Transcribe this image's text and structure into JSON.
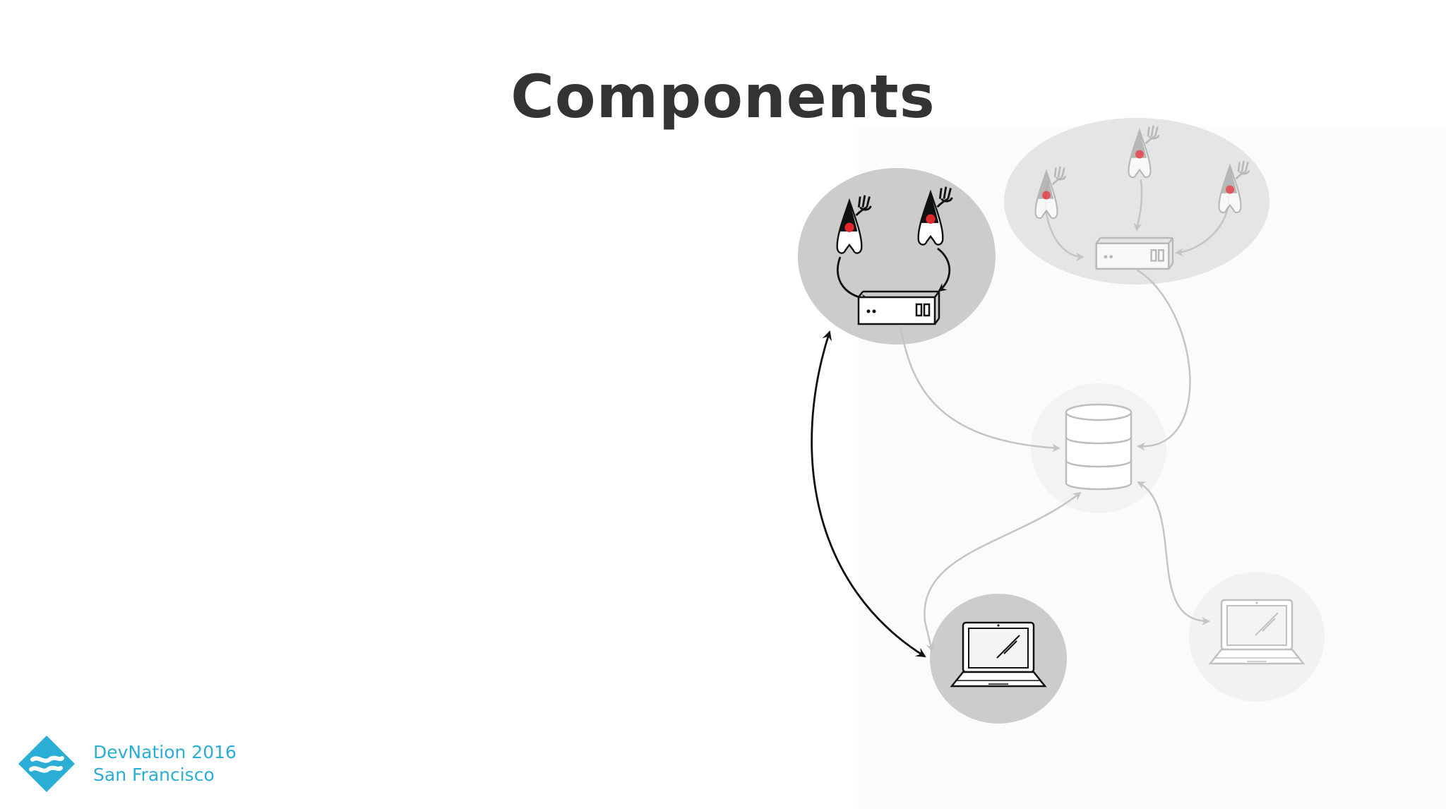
{
  "slide": {
    "title": "Components"
  },
  "diagram": {
    "nodes": [
      {
        "id": "app-cluster-active",
        "label": "",
        "icon": "duke-server-icon"
      },
      {
        "id": "app-cluster-faded",
        "label": "",
        "icon": "duke-server-icon"
      },
      {
        "id": "database",
        "label": "",
        "icon": "database-icon"
      },
      {
        "id": "client-laptop-active",
        "label": "",
        "icon": "laptop-icon"
      },
      {
        "id": "client-laptop-faded",
        "label": "",
        "icon": "laptop-icon"
      }
    ],
    "colors": {
      "active_bubble": "#cccccc",
      "faded_bubble": "#f2f2f2",
      "active_stroke": "#111111",
      "faded_stroke": "#c4c4c4",
      "duke_nose": "#e0282d"
    }
  },
  "branding": {
    "line1": "DevNation 2016",
    "line2": "San Francisco",
    "color": "#2aaed6"
  }
}
